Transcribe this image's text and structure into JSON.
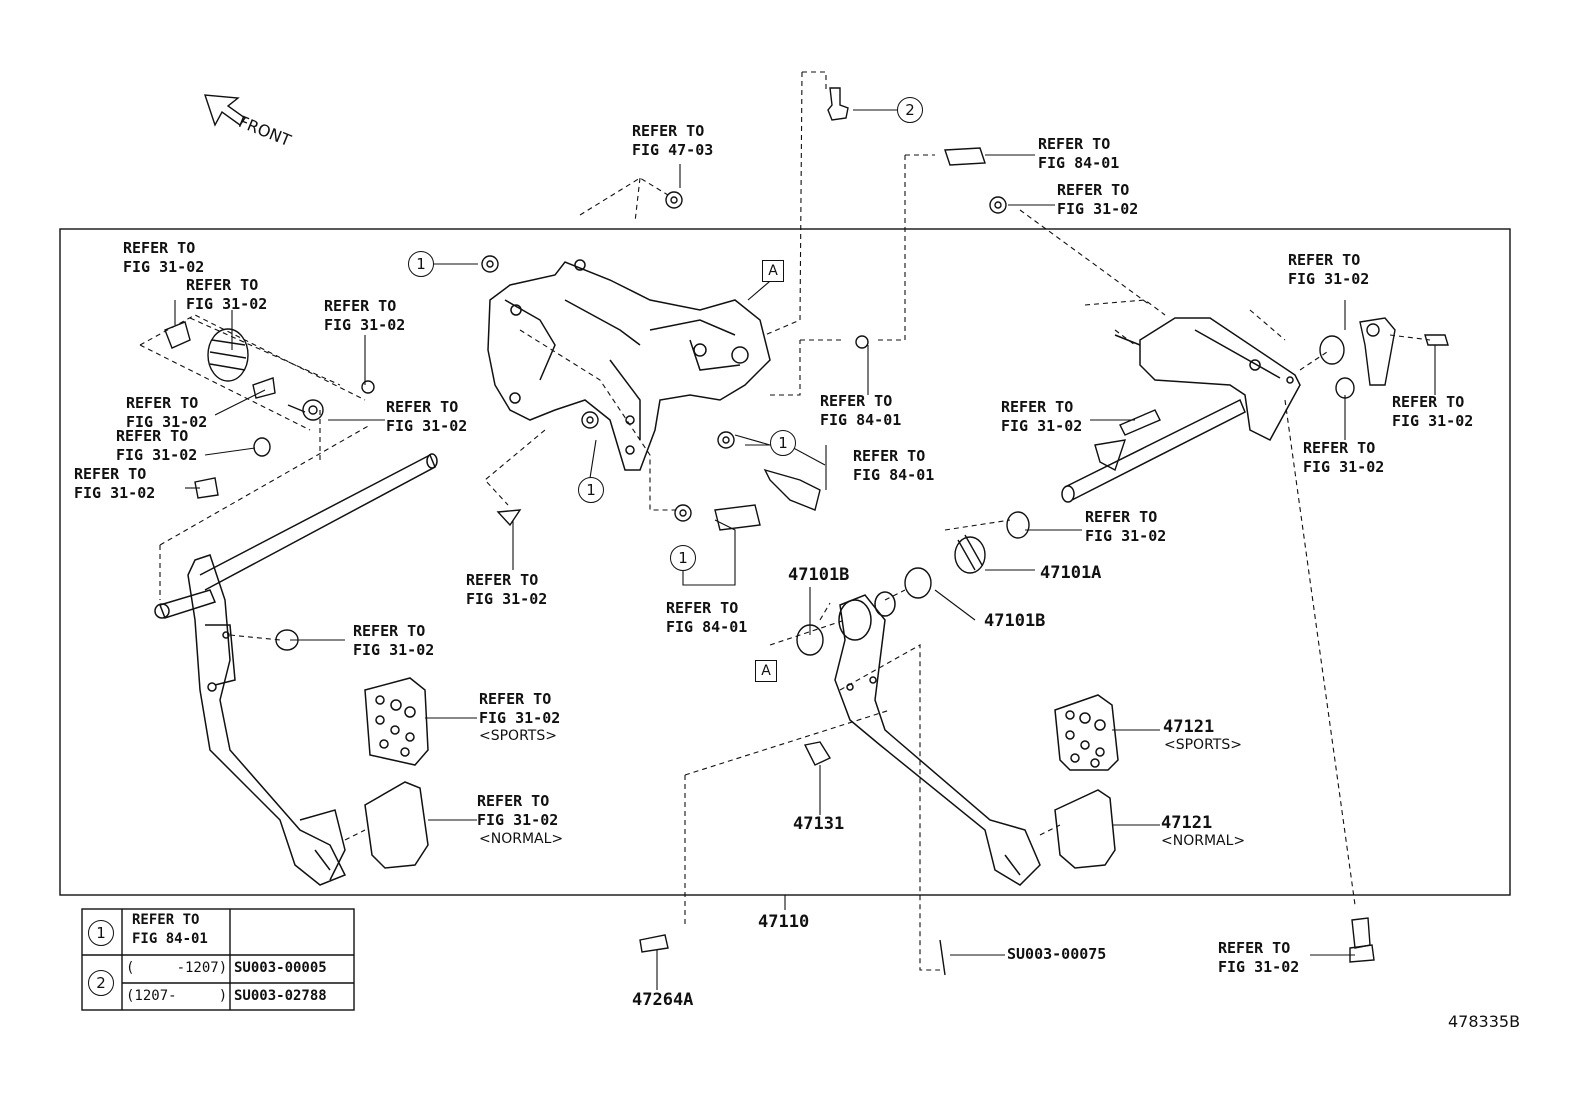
{
  "direction_label": "FRONT",
  "diagram_code": "478335B",
  "refer_labels": {
    "r47_03": [
      "REFER TO",
      "FIG 47-03"
    ],
    "r84_top": [
      "REFER TO",
      "FIG 84-01"
    ],
    "r31_topright": [
      "REFER TO",
      "FIG 31-02"
    ],
    "r31_a": [
      "REFER TO",
      "FIG 31-02"
    ],
    "r31_b": [
      "REFER TO",
      "FIG 31-02"
    ],
    "r31_c": [
      "REFER TO",
      "FIG 31-02"
    ],
    "r31_d": [
      "REFER TO",
      "FIG 31-02"
    ],
    "r31_e": [
      "REFER TO",
      "FIG 31-02"
    ],
    "r31_f": [
      "REFER TO",
      "FIG 31-02"
    ],
    "r31_g": [
      "REFER TO",
      "FIG 31-02"
    ],
    "r84_mid": [
      "REFER TO",
      "FIG 84-01"
    ],
    "r84_right": [
      "REFER TO",
      "FIG 84-01"
    ],
    "r84_bottom": [
      "REFER TO",
      "FIG 84-01"
    ],
    "r31_mid": [
      "REFER TO",
      "FIG 31-02"
    ],
    "r31_bolt": [
      "REFER TO",
      "FIG 31-02"
    ],
    "r31_bracket1": [
      "REFER TO",
      "FIG 31-02"
    ],
    "r31_bracket2": [
      "REFER TO",
      "FIG 31-02"
    ],
    "r31_bracket3": [
      "REFER TO",
      "FIG 31-02"
    ],
    "r31_bush": [
      "REFER TO",
      "FIG 31-02"
    ],
    "r31_stop": [
      "REFER TO",
      "FIG 31-02"
    ],
    "r31_padsport": [
      "REFER TO",
      "FIG 31-02"
    ],
    "r31_padnormal": [
      "REFER TO",
      "FIG 31-02"
    ],
    "r31_bottombolt": [
      "REFER TO",
      "FIG 31-02"
    ]
  },
  "part_numbers": {
    "p47101B_a": "47101B",
    "p47101A": "47101A",
    "p47101B_b": "47101B",
    "p47121_sport": "47121",
    "p47121_normal": "47121",
    "p47131": "47131",
    "p47110": "47110",
    "p47264A": "47264A",
    "su75": "SU003-00075"
  },
  "variants": {
    "sports_left": "<SPORTS>",
    "normal_left": "<NORMAL>",
    "sports_right": "<SPORTS>",
    "normal_right": "<NORMAL>"
  },
  "markers": {
    "one": "1",
    "two": "2",
    "A": "A"
  },
  "legend": {
    "row1_marker": "1",
    "row1_text": [
      "REFER TO",
      "FIG 84-01"
    ],
    "row2_marker": "2",
    "row2a_range": "(     -1207)",
    "row2a_code": "SU003-00005",
    "row2b_range": "(1207-     )",
    "row2b_code": "SU003-02788"
  }
}
